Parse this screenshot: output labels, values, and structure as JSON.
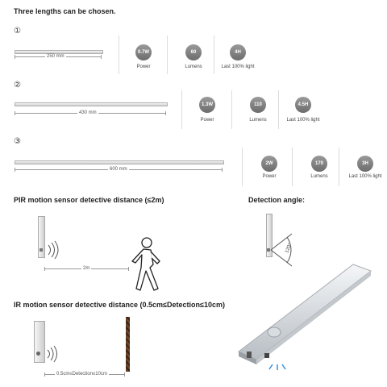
{
  "header": {
    "title": "Three lengths can be chosen."
  },
  "options": [
    {
      "marker": "①",
      "length": "250 mm",
      "power": "0.7W",
      "lumens": "60",
      "light": "4H"
    },
    {
      "marker": "②",
      "length": "430 mm",
      "power": "1.3W",
      "lumens": "110",
      "light": "4.5H"
    },
    {
      "marker": "③",
      "length": "600 mm",
      "power": "2W",
      "lumens": "170",
      "light": "3H"
    }
  ],
  "spec_labels": {
    "power": "Power",
    "lumens": "Lumens",
    "light": "Last 100% light"
  },
  "pir": {
    "title": "PIR motion sensor detective distance (≤2m)",
    "distance": "2m"
  },
  "angle": {
    "title": "Detection angle:",
    "value": "120°"
  },
  "ir": {
    "title": "IR motion sensor detective distance (0.5cm≤Detection≤10cm)",
    "distance": "0.5cm≤Detection≤10cm"
  },
  "colors": {
    "circle": "#7d7d7d",
    "rope": "#5b3a22",
    "beam": "#3a8fd8"
  }
}
